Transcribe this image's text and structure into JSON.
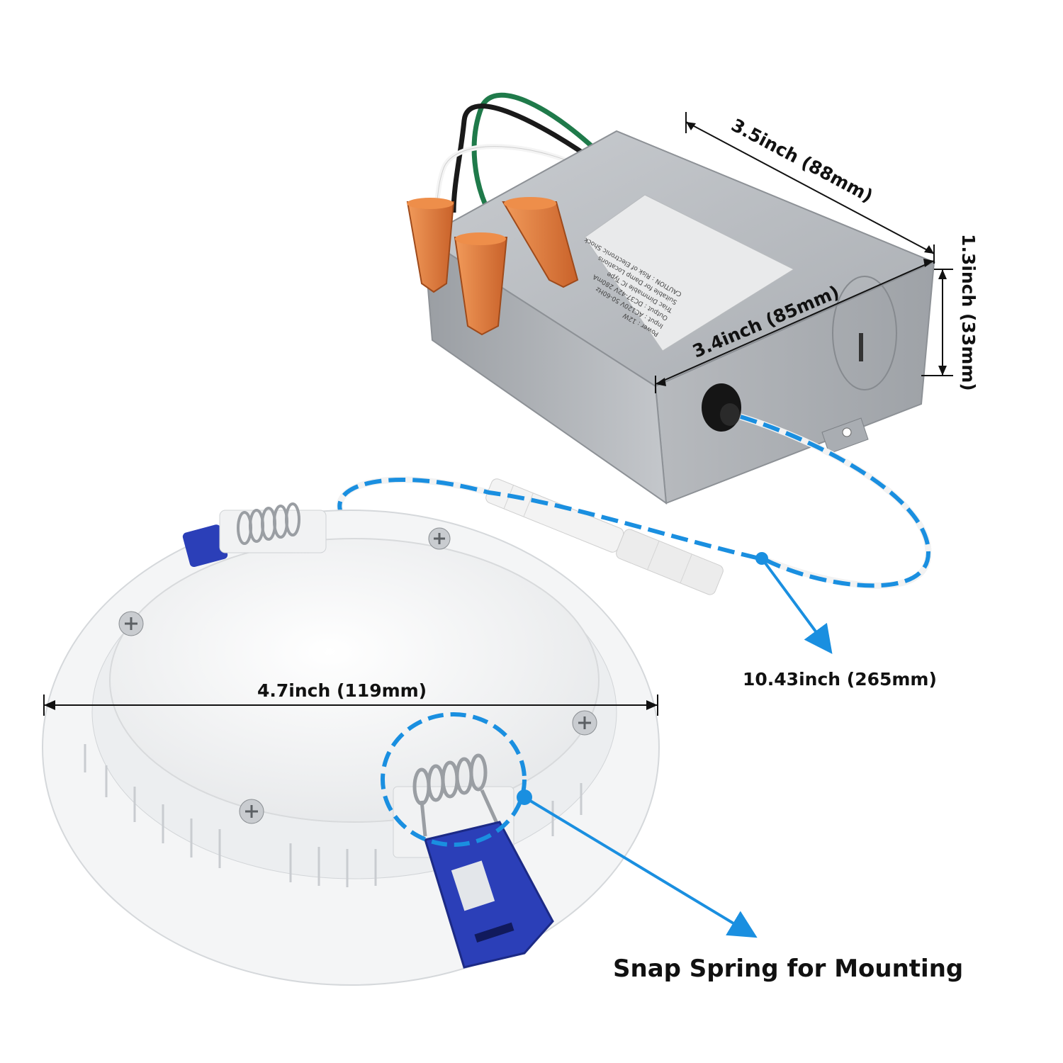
{
  "dimensions": {
    "box_length": "3.5inch (88mm)",
    "box_width": "3.4inch (85mm)",
    "box_height": "1.3inch (33mm)",
    "panel_diameter": "4.7inch (119mm)",
    "cable_length": "10.43inch (265mm)"
  },
  "feature_label": "Snap Spring for Mounting",
  "box_label_lines": [
    "Power : 12W",
    "Input : AC120V 50-60Hz",
    "Output : DC37-42V 280mA",
    "Triac Dimmable  IC Type",
    "Suitable for Damp Locations",
    "CAUTION : Risk of Electronic Shock"
  ],
  "colors": {
    "accent_blue": "#1a8fe0",
    "connector_orange": "#e07a3a",
    "clip_blue": "#2b3fb8",
    "box_grey": "#b9bcc0",
    "text": "#111111"
  }
}
